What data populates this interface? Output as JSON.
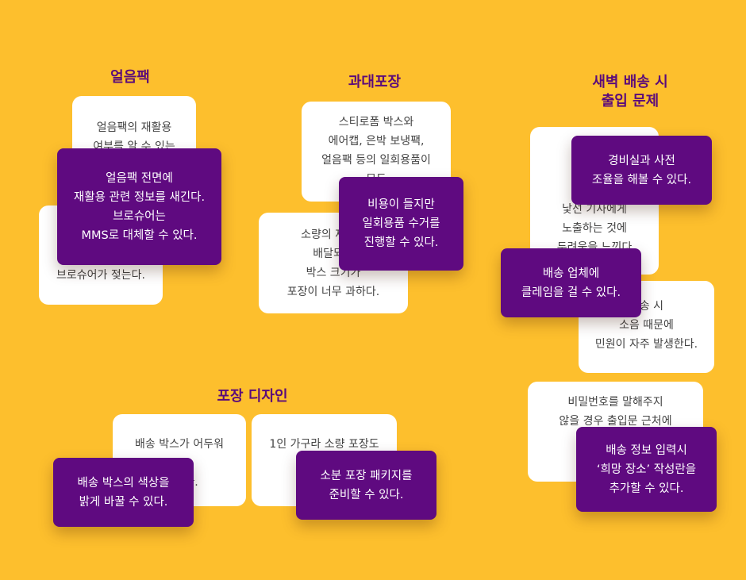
{
  "colors": {
    "background": "#fdbf2d",
    "heading": "#5b0b7a",
    "note_card": "#ffffff",
    "idea_sticky": "#5f0a80"
  },
  "groups": [
    {
      "heading": "얼음팩",
      "notes": [
        "얼음팩의 재활용\n여부를 알 수 있는",
        "브로슈어가 젖는다."
      ],
      "ideas": [
        "얼음팩 전면에\n재활용 관련 정보를 새긴다.\n브로슈어는\nMMS로 대체할 수 있다."
      ]
    },
    {
      "heading": "과대포장",
      "notes": [
        "스티로폼 박스와\n에어캡, 은박 보냉팩,\n얼음팩 등의 일회용품이\n모두",
        "소량의 제품을\n배달되는 \n박스 크기가 \n포장이 너무 과하다."
      ],
      "ideas": [
        "비용이 들지만\n일회용품 수거를\n진행할 수 있다."
      ]
    },
    {
      "heading": "새벽 배송 시\n출입 문제",
      "notes": [
        "새\n아파트\n현관\n낯선 기사에게\n노출하는 것에\n두려움을 느낀다",
        "배송 시\n소음 때문에\n민원이 자주 발생한다.",
        "비밀번호를 말해주지\n않을 경우 출입문 근처에\n택배\n남기는"
      ],
      "ideas": [
        "경비실과 사전\n조율을 해볼 수 있다.",
        "배송 업체에\n클레임을 걸 수 있다.",
        "배송 정보 입력시\n‘희망 장소’ 작성란을\n추가할 수 있다."
      ]
    },
    {
      "heading": "포장 디자인",
      "notes": [
        "배송 박스가 어두워\n\n이 있다.",
        "1인 가구라 소량 포장도\n있었으\n먹"
      ],
      "ideas": [
        "배송 박스의 색상을\n밝게 바꿀 수 있다.",
        "소분 포장 패키지를\n준비할 수 있다."
      ]
    }
  ]
}
